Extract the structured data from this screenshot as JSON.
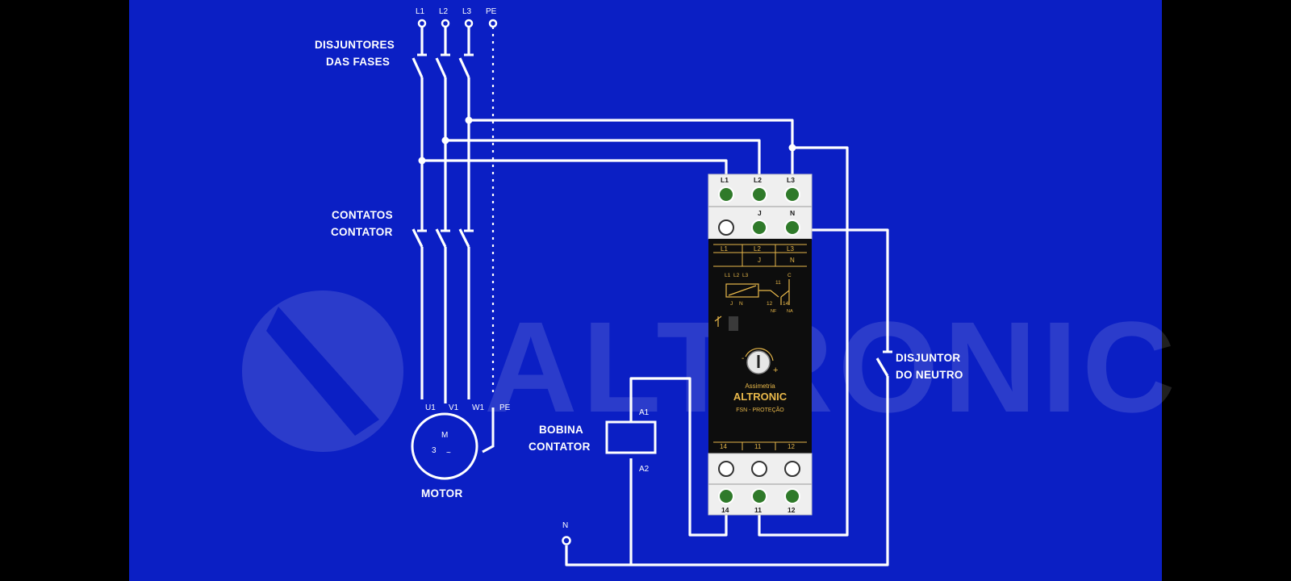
{
  "colors": {
    "background": "#0b1fc4",
    "wire": "#ffffff",
    "relay_body": "#0d0d0d",
    "relay_terminal_block": "#eeeeee",
    "screw": "#2f7a2a",
    "label_accent": "#e8b84a"
  },
  "labels": {
    "supply_L1": "L1",
    "supply_L2": "L2",
    "supply_L3": "L3",
    "supply_PE": "PE",
    "breakers_line1": "DISJUNTORES",
    "breakers_line2": "DAS FASES",
    "contacts_line1": "CONTATOS",
    "contacts_line2": "CONTATOR",
    "motor_title": "MOTOR",
    "motor_U1": "U1",
    "motor_V1": "V1",
    "motor_W1": "W1",
    "motor_PE": "PE",
    "motor_M": "M",
    "motor_3": "3",
    "motor_tilde": "~",
    "coil_line1": "BOBINA",
    "coil_line2": "CONTATOR",
    "coil_A1": "A1",
    "coil_A2": "A2",
    "neutral_breaker_line1": "DISJUNTOR",
    "neutral_breaker_line2": "DO NEUTRO",
    "neutral_N": "N",
    "watermark": "ALTRONIC"
  },
  "relay": {
    "top_terminals": [
      "L1",
      "L2",
      "L3"
    ],
    "mid_terminals": [
      "",
      "J",
      "N"
    ],
    "face_top_row": [
      "L1",
      "L2",
      "L3"
    ],
    "face_second_row": [
      "",
      "J",
      "N"
    ],
    "schematic_top": [
      "L1",
      "L2",
      "L3"
    ],
    "schematic_c": "C",
    "schematic_11": "11",
    "schematic_12": "12",
    "schematic_14": "14",
    "schematic_nf": "NF",
    "schematic_na": "NA",
    "schematic_bottom": [
      "J",
      "N"
    ],
    "knob_minus": "-",
    "knob_plus": "+",
    "function_name": "Assimetria",
    "brand": "ALTRONIC",
    "model": "FSN - PROTEÇÃO",
    "face_bottom_row": [
      "14",
      "11",
      "12"
    ],
    "bottom_terminals": [
      "14",
      "11",
      "12"
    ]
  }
}
